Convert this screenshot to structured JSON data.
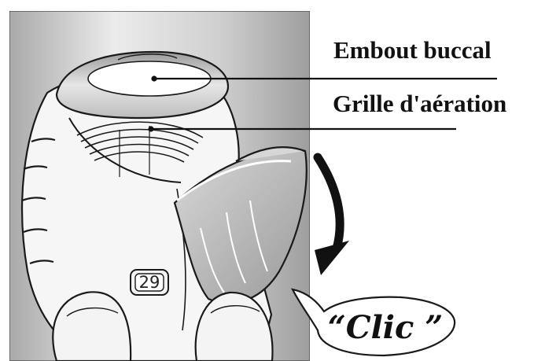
{
  "labels": {
    "mouthpiece": "Embout buccal",
    "air_vent": "Grille d'aération"
  },
  "counter": {
    "value": "29"
  },
  "sound": {
    "text": "“Clic ”"
  },
  "colors": {
    "outline": "#1a1a1a",
    "device_body": "#f6f6f6",
    "background_grey": "#bdbdbd",
    "cover_grey": "#b9b9b9",
    "arrow": "#111111"
  }
}
